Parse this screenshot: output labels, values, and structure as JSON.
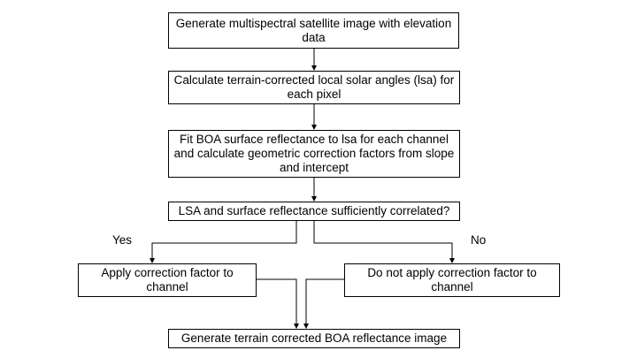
{
  "flowchart": {
    "step1": "Generate multispectral satellite image with elevation data",
    "step2": "Calculate terrain-corrected local solar angles (lsa) for each pixel",
    "step3": "Fit BOA surface reflectance to lsa for each channel and calculate geometric correction factors from slope and intercept",
    "decision": "LSA and surface reflectance sufficiently correlated?",
    "yes_label": "Yes",
    "no_label": "No",
    "yes_action": "Apply correction factor to channel",
    "no_action": "Do not apply correction factor to channel",
    "final_step": "Generate terrain corrected BOA reflectance image"
  },
  "colors": {
    "line": "#000000",
    "box_border": "#000000",
    "background": "#ffffff"
  }
}
